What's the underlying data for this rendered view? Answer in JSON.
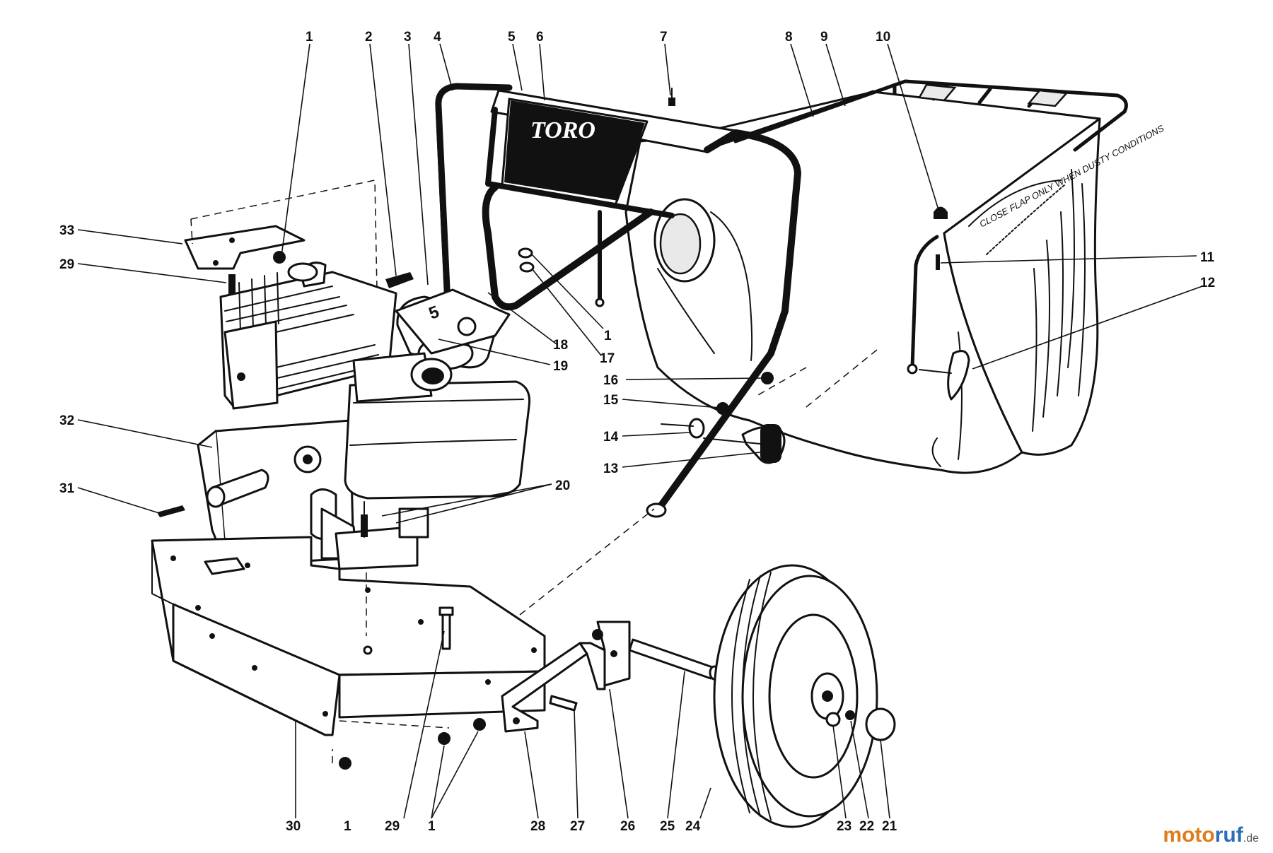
{
  "brand_decal": "TORO",
  "engine_decal": "5",
  "bag_warning": "CLOSE FLAP ONLY WHEN DUSTY CONDITIONS",
  "watermark": {
    "a": "moto",
    "b": "ruf",
    "c": ".de"
  },
  "callouts": [
    {
      "id": "c1a",
      "text": "1"
    },
    {
      "id": "c2",
      "text": "2"
    },
    {
      "id": "c3",
      "text": "3"
    },
    {
      "id": "c4",
      "text": "4"
    },
    {
      "id": "c5",
      "text": "5"
    },
    {
      "id": "c6",
      "text": "6"
    },
    {
      "id": "c7",
      "text": "7"
    },
    {
      "id": "c8",
      "text": "8"
    },
    {
      "id": "c9",
      "text": "9"
    },
    {
      "id": "c10",
      "text": "10"
    },
    {
      "id": "c11",
      "text": "11"
    },
    {
      "id": "c12",
      "text": "12"
    },
    {
      "id": "c13",
      "text": "13"
    },
    {
      "id": "c14",
      "text": "14"
    },
    {
      "id": "c15",
      "text": "15"
    },
    {
      "id": "c16",
      "text": "16"
    },
    {
      "id": "c1b",
      "text": "1"
    },
    {
      "id": "c17",
      "text": "17"
    },
    {
      "id": "c18",
      "text": "18"
    },
    {
      "id": "c19",
      "text": "19"
    },
    {
      "id": "c20",
      "text": "20"
    },
    {
      "id": "c33",
      "text": "33"
    },
    {
      "id": "c29a",
      "text": "29"
    },
    {
      "id": "c32",
      "text": "32"
    },
    {
      "id": "c31",
      "text": "31"
    },
    {
      "id": "c30",
      "text": "30"
    },
    {
      "id": "c1c",
      "text": "1"
    },
    {
      "id": "c29b",
      "text": "29"
    },
    {
      "id": "c1d",
      "text": "1"
    },
    {
      "id": "c28",
      "text": "28"
    },
    {
      "id": "c27",
      "text": "27"
    },
    {
      "id": "c26",
      "text": "26"
    },
    {
      "id": "c25",
      "text": "25"
    },
    {
      "id": "c24",
      "text": "24"
    },
    {
      "id": "c23",
      "text": "23"
    },
    {
      "id": "c22",
      "text": "22"
    },
    {
      "id": "c21",
      "text": "21"
    }
  ]
}
